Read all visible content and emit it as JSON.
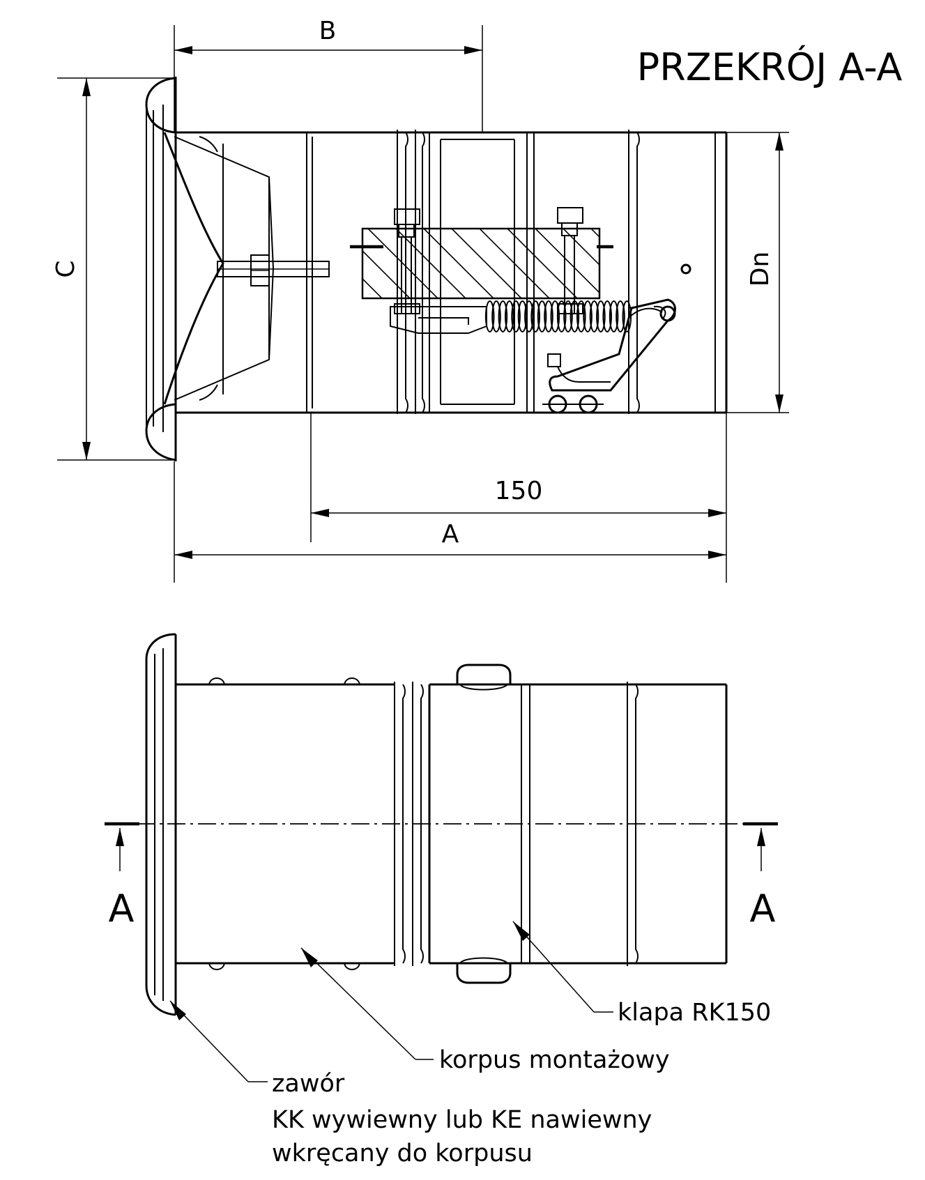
{
  "title": "PRZEKRÓJ A-A",
  "dimensions": {
    "a": "A",
    "b": "B",
    "c": "C",
    "dn": "Dn",
    "length": "150"
  },
  "section_marks": {
    "left": "A",
    "right": "A"
  },
  "callouts": {
    "damper": "klapa RK150",
    "housing": "korpus montażowy",
    "valve_line1": "zawór",
    "valve_line2": "KK wywiewny lub KE nawiewny",
    "valve_line3": "wkręcany do korpusu"
  }
}
